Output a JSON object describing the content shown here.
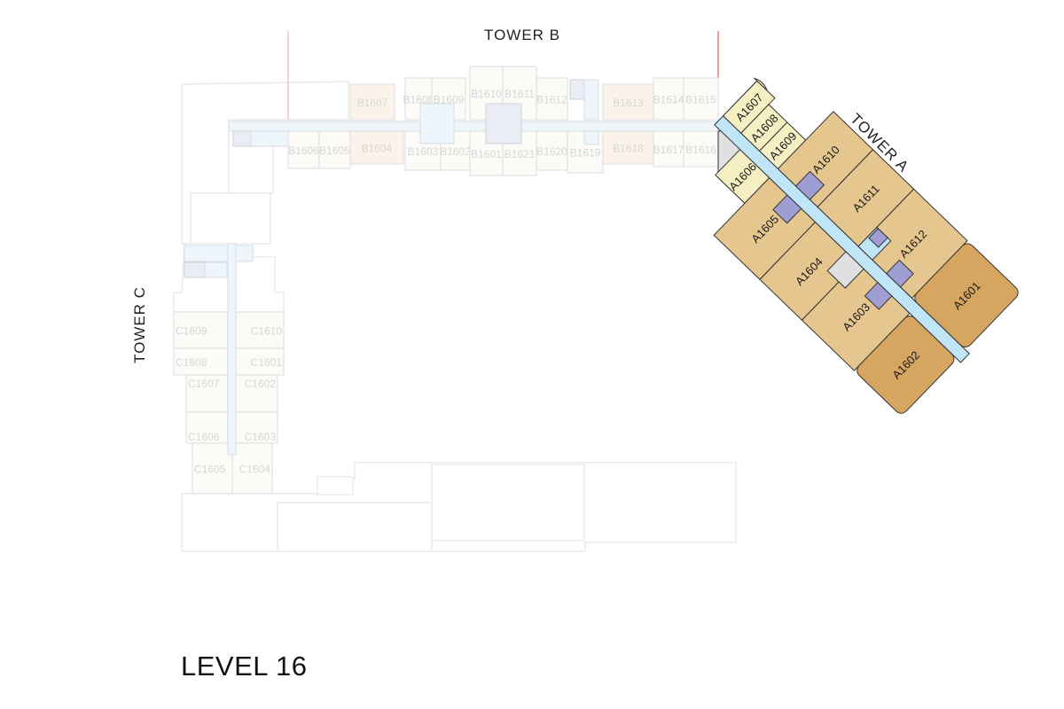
{
  "level_title": "LEVEL 16",
  "towers": {
    "a": {
      "label": "TOWER A",
      "units_upper": [
        "A1607",
        "A1608",
        "A1609",
        "A1610",
        "A1611",
        "A1612",
        "A1601"
      ],
      "units_lower": [
        "A1606",
        "A1605",
        "A1604",
        "A1603",
        "A1602"
      ]
    },
    "b": {
      "label": "TOWER B",
      "units_upper": [
        "B1607",
        "B1608",
        "B1609",
        "B1610",
        "B1611",
        "B1612",
        "B1613",
        "B1614",
        "B1615"
      ],
      "units_lower": [
        "B1606",
        "B1605",
        "B1604",
        "B1603",
        "B1602",
        "B1601",
        "B1621",
        "B1620",
        "B1619",
        "B1618",
        "B1617",
        "B1616"
      ]
    },
    "c": {
      "label": "TOWER C",
      "units": [
        "C1609",
        "C1608",
        "C1610",
        "C1601",
        "C1607",
        "C1602",
        "C1606",
        "C1603",
        "C1605",
        "C1604"
      ]
    }
  },
  "colors": {
    "studio": "#f6efc4",
    "standard": "#e6c68f",
    "corner": "#d6a560",
    "corridor": "#bfe5f6",
    "core": "#9e9ed2",
    "marker": "#e53935"
  }
}
